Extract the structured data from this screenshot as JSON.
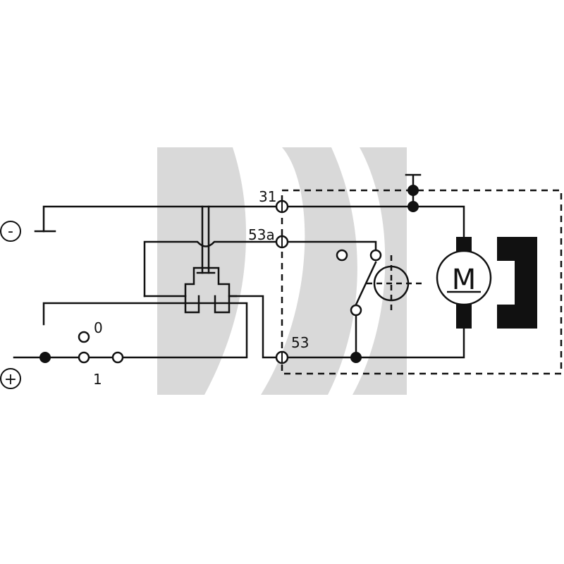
{
  "terminals": {
    "t31": "31",
    "t53a": "53a",
    "t53": "53"
  },
  "switch_positions": {
    "pos0": "0",
    "pos1": "1"
  },
  "supply": {
    "negative": "-",
    "positive": "+"
  },
  "motor": {
    "symbol": "M"
  },
  "colors": {
    "line": "#111111",
    "watermark": "#d9d9d9"
  }
}
